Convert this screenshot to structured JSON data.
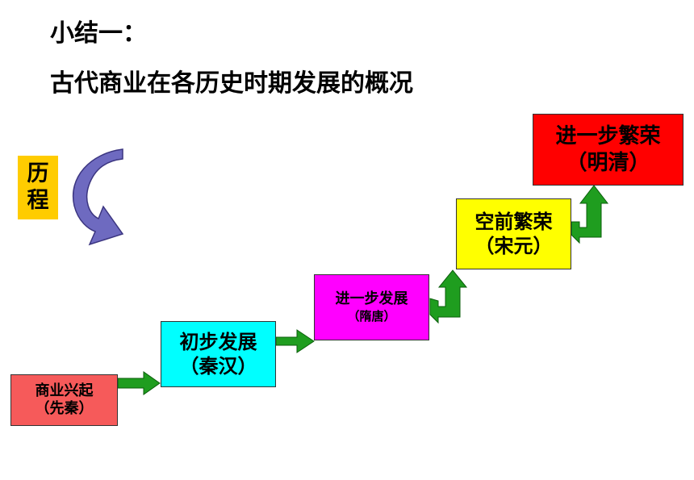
{
  "heading": "小结一：",
  "subheading": "古代商业在各历史时期发展的概况",
  "process_label": [
    "历",
    "程"
  ],
  "stages": [
    {
      "name": "商业兴起",
      "period": "（先秦）"
    },
    {
      "name": "初步发展",
      "period": "（秦汉）"
    },
    {
      "name": "进一步发展",
      "period": "（隋唐）"
    },
    {
      "name": "空前繁荣",
      "period": "（宋元）"
    },
    {
      "name": "进一步繁荣",
      "period": "（明清）"
    }
  ],
  "colors": {
    "arrow_green": "#1f9d1f",
    "curved_arrow": "#6e6ac0",
    "label_bg": "#ffcc00"
  }
}
